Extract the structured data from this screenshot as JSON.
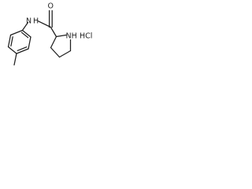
{
  "molecule": {
    "labels": {
      "oxygen": "O",
      "amide_nh": "N H",
      "ring_nh": "NH",
      "salt": "HCl"
    }
  }
}
